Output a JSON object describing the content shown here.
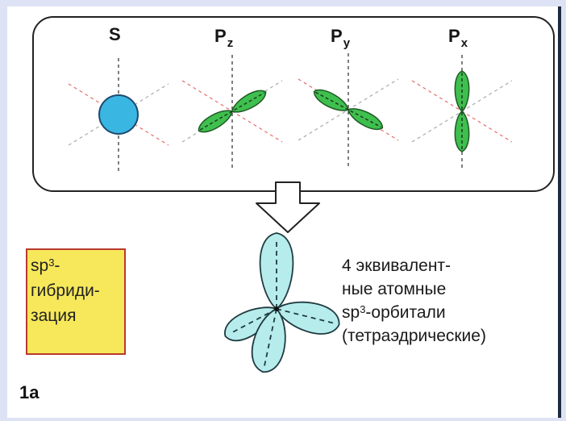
{
  "orbitals": {
    "s": {
      "label": "S",
      "color": "#3ab6e3"
    },
    "pz": {
      "base": "P",
      "sub": "z",
      "color": "#3fbf4e"
    },
    "py": {
      "base": "P",
      "sub": "y",
      "color": "#3fbf4e"
    },
    "px": {
      "base": "P",
      "sub": "x",
      "color": "#3fbf4e"
    }
  },
  "hybridization": {
    "line1": "sp",
    "sup": "3",
    "line1_end": "-",
    "line2": "гибриди-",
    "line3": "зация",
    "fill_color": "#f6e85a",
    "border_color": "#b9382f"
  },
  "result": {
    "line1": "4 эквивалент-",
    "line2": "ные атомные",
    "line3_pre": "sp",
    "line3_sup": "3",
    "line3_post": "-орбитали",
    "line4": "(тетраэдрические)",
    "lobe_color": "#b6ecec"
  },
  "figure_label": "1a"
}
